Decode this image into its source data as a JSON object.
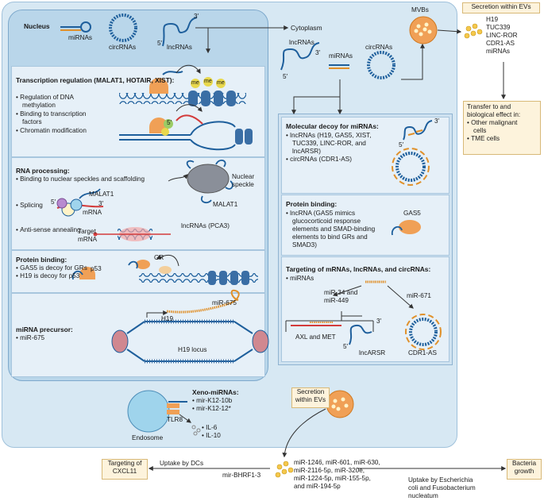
{
  "cell": {
    "nucleus_label": "Nucleus",
    "cytoplasm_label": "Cytoplasm",
    "mvbs_label": "MVBs",
    "top_legend": {
      "mirnas": "miRNAs",
      "circrnas": "circRNAs",
      "lncrnas": "lncRNAs",
      "three_prime": "3′",
      "five_prime": "5′"
    },
    "cyto_legend": {
      "lncrnas": "lncRNAs",
      "mirnas": "miRNAs",
      "circrnas": "circRNAs",
      "three_prime": "3′",
      "five_prime": "5′"
    }
  },
  "nucleus_panels": {
    "transcription": {
      "title": "Transcription regulation (MALAT1, HOTAIR, XIST):",
      "bullets": [
        "Regulation of DNA",
        "methylation",
        "Binding to transcription",
        "factors",
        "Chromatin modification"
      ],
      "me": "me",
      "five_prime": "5′"
    },
    "rna_processing": {
      "title": "RNA processing:",
      "bullet1": "Binding to nuclear speckles and scaffolding",
      "bullet2": "Splicing",
      "bullet3": "Anti-sense annealing",
      "malat1_a": "MALAT1",
      "malat1_b": "MALAT1",
      "mrna": "mRNA",
      "nuclear_speckle_1": "Nuclear",
      "nuclear_speckle_2": "speckle",
      "target_mrna_1": "Target",
      "target_mrna_2": "mRNA",
      "pca3": "lncRNAs (PCA3)",
      "five_prime": "5′",
      "three_prime": "3′"
    },
    "protein_binding": {
      "title": "Protein binding:",
      "bullets": [
        "GAS5 is decoy for GRs",
        "H19 is decoy for p53"
      ],
      "p53": "p53",
      "gr": "GR"
    },
    "mirna_precursor": {
      "title": "miRNA precursor:",
      "bullets": [
        "miR-675"
      ],
      "h19": "H19",
      "mir675": "miR-675",
      "h19_locus": "H19 locus"
    }
  },
  "cyto_panels": {
    "decoy": {
      "title": "Molecular decoy for miRNAs:",
      "bullets": [
        "lncRNAs (H19, GAS5, XIST,",
        "TUC339, LINC-ROR, and",
        "lncARSR)",
        "circRNAs (CDR1-AS)"
      ],
      "three_prime": "3′",
      "five_prime": "5′"
    },
    "protein": {
      "title": "Protein binding:",
      "lines": [
        "lncRNA (GAS5 mimics",
        "glucocorticoid response",
        "elements and SMAD-binding",
        "elements to bind GRs and",
        "SMAD3)"
      ],
      "gas5": "GAS5"
    },
    "targeting": {
      "title": "Targeting of mRNAs, lncRNAs, and circRNAs:",
      "bullets": [
        "miRNAs"
      ],
      "mir34_a": "miR-34 and",
      "mir34_b": "miR-449",
      "mir671": "miR-671",
      "axl_met": "AXL and MET",
      "lncarsr": "lncARSR",
      "cdr1as": "CDR1-AS",
      "three_prime": "3′",
      "five_prime": "5′"
    }
  },
  "xeno": {
    "title": "Xeno-miRNAs:",
    "bullets": [
      "mir-K12-10b",
      "mir-K12-12*"
    ],
    "tlr8": "TLR8",
    "endosome": "Endosome",
    "il6": "IL-6",
    "il10": "IL-10"
  },
  "right": {
    "secretion_box": "Secretion within EVs",
    "ev_cargo": [
      "H19",
      "TUC339",
      "LINC-ROR",
      "CDR1-AS",
      "miRNAs"
    ],
    "transfer_title": [
      "Transfer to and",
      "biological effect in:"
    ],
    "transfer_bullets": [
      "Other malignant",
      "cells",
      "TME cells"
    ]
  },
  "bottom": {
    "secretion_box": [
      "Secretion",
      "within EVs"
    ],
    "mirna_list": [
      "miR-1246, miR-601, miR-630,",
      "miR-2116-5p, miR-320e,",
      "miR-1224-5p, miR-155-5p,",
      "and miR-194-5p"
    ],
    "uptake_dcs": "Uptake by DCs",
    "mir_bhrf": "mir-BHRF1-3",
    "targeting_box": [
      "Targeting of",
      "CXCL11"
    ],
    "uptake_bacteria": [
      "Uptake by Escherichia",
      "coli and Fusobacterium",
      "nucleatum"
    ],
    "bacteria_box": [
      "Bacteria",
      "growth"
    ]
  },
  "colors": {
    "cell_bg": "#d7e8f3",
    "nucleus_bg": "#b9d6ea",
    "panel_bg": "#e6f0f8",
    "rna_blue": "#1e5f9c",
    "protein_orange": "#f0a056",
    "ev_yellow": "#f5c84c",
    "mirna_red": "#d33b3b",
    "beige_box": "#fdf3dc"
  }
}
